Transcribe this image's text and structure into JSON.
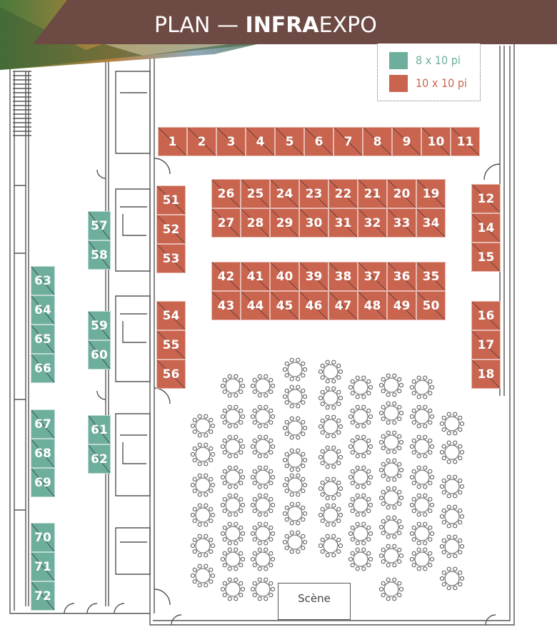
{
  "title": {
    "prefix": "PLAN — ",
    "bold": "INFRA",
    "suffix": "EXPO"
  },
  "colors": {
    "booth_10x10": "#c9644f",
    "booth_8x10": "#6dae9d",
    "header": "#6e4a44",
    "walls": "#555555"
  },
  "legend": [
    {
      "label": "8 x 10 pi",
      "color": "#6dae9d"
    },
    {
      "label": "10 x 10 pi",
      "color": "#c9644f"
    }
  ],
  "stage_label": "Scène",
  "booths": [
    {
      "number": "1",
      "size": "10x10"
    },
    {
      "number": "2",
      "size": "10x10"
    },
    {
      "number": "3",
      "size": "10x10"
    },
    {
      "number": "4",
      "size": "10x10"
    },
    {
      "number": "5",
      "size": "10x10"
    },
    {
      "number": "6",
      "size": "10x10"
    },
    {
      "number": "7",
      "size": "10x10"
    },
    {
      "number": "8",
      "size": "10x10"
    },
    {
      "number": "9",
      "size": "10x10"
    },
    {
      "number": "10",
      "size": "10x10"
    },
    {
      "number": "11",
      "size": "10x10"
    },
    {
      "number": "12",
      "size": "10x10"
    },
    {
      "number": "14",
      "size": "10x10"
    },
    {
      "number": "15",
      "size": "10x10"
    },
    {
      "number": "16",
      "size": "10x10"
    },
    {
      "number": "17",
      "size": "10x10"
    },
    {
      "number": "18",
      "size": "10x10"
    },
    {
      "number": "19",
      "size": "10x10"
    },
    {
      "number": "20",
      "size": "10x10"
    },
    {
      "number": "21",
      "size": "10x10"
    },
    {
      "number": "22",
      "size": "10x10"
    },
    {
      "number": "23",
      "size": "10x10"
    },
    {
      "number": "24",
      "size": "10x10"
    },
    {
      "number": "25",
      "size": "10x10"
    },
    {
      "number": "26",
      "size": "10x10"
    },
    {
      "number": "27",
      "size": "10x10"
    },
    {
      "number": "28",
      "size": "10x10"
    },
    {
      "number": "29",
      "size": "10x10"
    },
    {
      "number": "30",
      "size": "10x10"
    },
    {
      "number": "31",
      "size": "10x10"
    },
    {
      "number": "32",
      "size": "10x10"
    },
    {
      "number": "33",
      "size": "10x10"
    },
    {
      "number": "34",
      "size": "10x10"
    },
    {
      "number": "35",
      "size": "10x10"
    },
    {
      "number": "36",
      "size": "10x10"
    },
    {
      "number": "37",
      "size": "10x10"
    },
    {
      "number": "38",
      "size": "10x10"
    },
    {
      "number": "39",
      "size": "10x10"
    },
    {
      "number": "40",
      "size": "10x10"
    },
    {
      "number": "41",
      "size": "10x10"
    },
    {
      "number": "42",
      "size": "10x10"
    },
    {
      "number": "43",
      "size": "10x10"
    },
    {
      "number": "44",
      "size": "10x10"
    },
    {
      "number": "45",
      "size": "10x10"
    },
    {
      "number": "46",
      "size": "10x10"
    },
    {
      "number": "47",
      "size": "10x10"
    },
    {
      "number": "48",
      "size": "10x10"
    },
    {
      "number": "49",
      "size": "10x10"
    },
    {
      "number": "50",
      "size": "10x10"
    },
    {
      "number": "51",
      "size": "10x10"
    },
    {
      "number": "52",
      "size": "10x10"
    },
    {
      "number": "53",
      "size": "10x10"
    },
    {
      "number": "54",
      "size": "10x10"
    },
    {
      "number": "55",
      "size": "10x10"
    },
    {
      "number": "56",
      "size": "10x10"
    },
    {
      "number": "57",
      "size": "8x10"
    },
    {
      "number": "58",
      "size": "8x10"
    },
    {
      "number": "59",
      "size": "8x10"
    },
    {
      "number": "60",
      "size": "8x10"
    },
    {
      "number": "61",
      "size": "8x10"
    },
    {
      "number": "62",
      "size": "8x10"
    },
    {
      "number": "63",
      "size": "8x10"
    },
    {
      "number": "64",
      "size": "8x10"
    },
    {
      "number": "65",
      "size": "8x10"
    },
    {
      "number": "66",
      "size": "8x10"
    },
    {
      "number": "67",
      "size": "8x10"
    },
    {
      "number": "68",
      "size": "8x10"
    },
    {
      "number": "69",
      "size": "8x10"
    },
    {
      "number": "70",
      "size": "8x10"
    },
    {
      "number": "71",
      "size": "8x10"
    },
    {
      "number": "72",
      "size": "8x10"
    }
  ]
}
